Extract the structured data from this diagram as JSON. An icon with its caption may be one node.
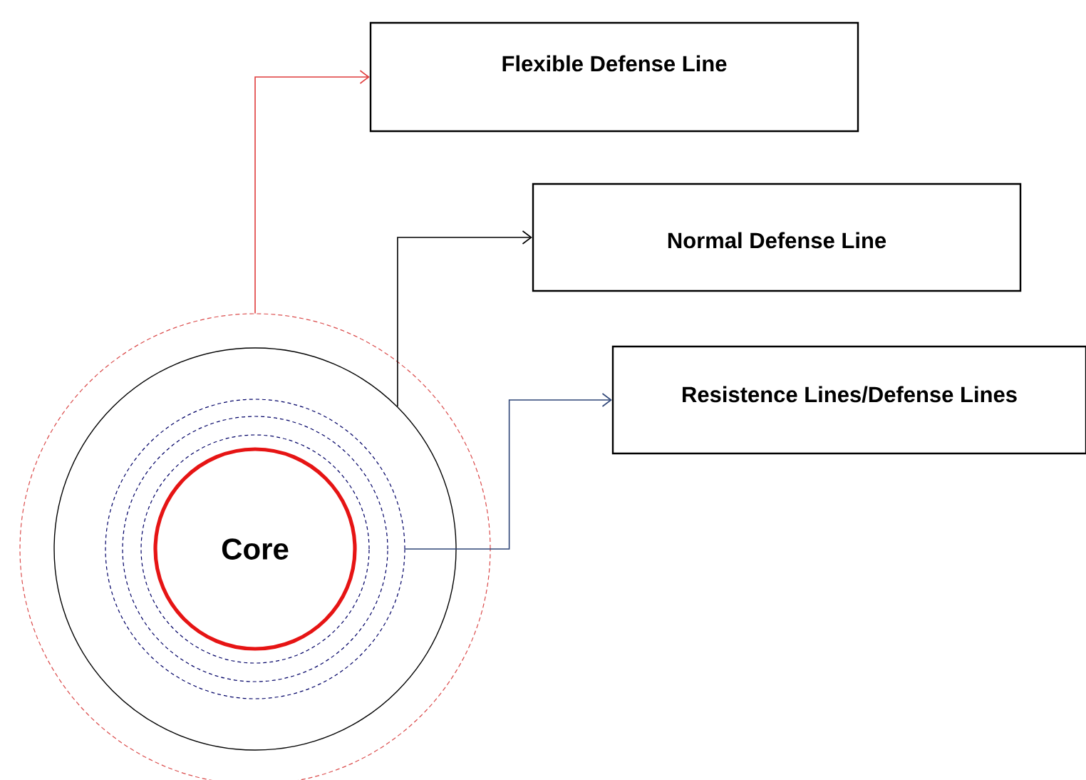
{
  "diagram": {
    "nodes": [
      {
        "text": [
          "Flexible Defense Line"
        ]
      },
      {
        "text": [
          "Normal Defense Line"
        ]
      },
      {
        "text": [
          "Resistence Lines/Defense Lines"
        ]
      },
      {
        "text": [],
        "shape": "circle"
      },
      {
        "text": [],
        "shape": "circle",
        "in": 3
      },
      {
        "text": [],
        "shape": "circle",
        "in": 4
      },
      {
        "text": [],
        "shape": "circle",
        "in": 5
      },
      {
        "text": [],
        "shape": "circle",
        "in": 6
      },
      {
        "text": [
          "Core"
        ],
        "in": 7
      }
    ],
    "edges": [
      {
        "from": 3,
        "to": 0,
        "arrow": "to",
        "color": "#e03c3c"
      },
      {
        "from": 4,
        "to": 1,
        "arrow": "to",
        "color": "#000000"
      },
      {
        "from": 5,
        "to": 2,
        "arrow": "to",
        "color": "#2e4577"
      }
    ]
  }
}
